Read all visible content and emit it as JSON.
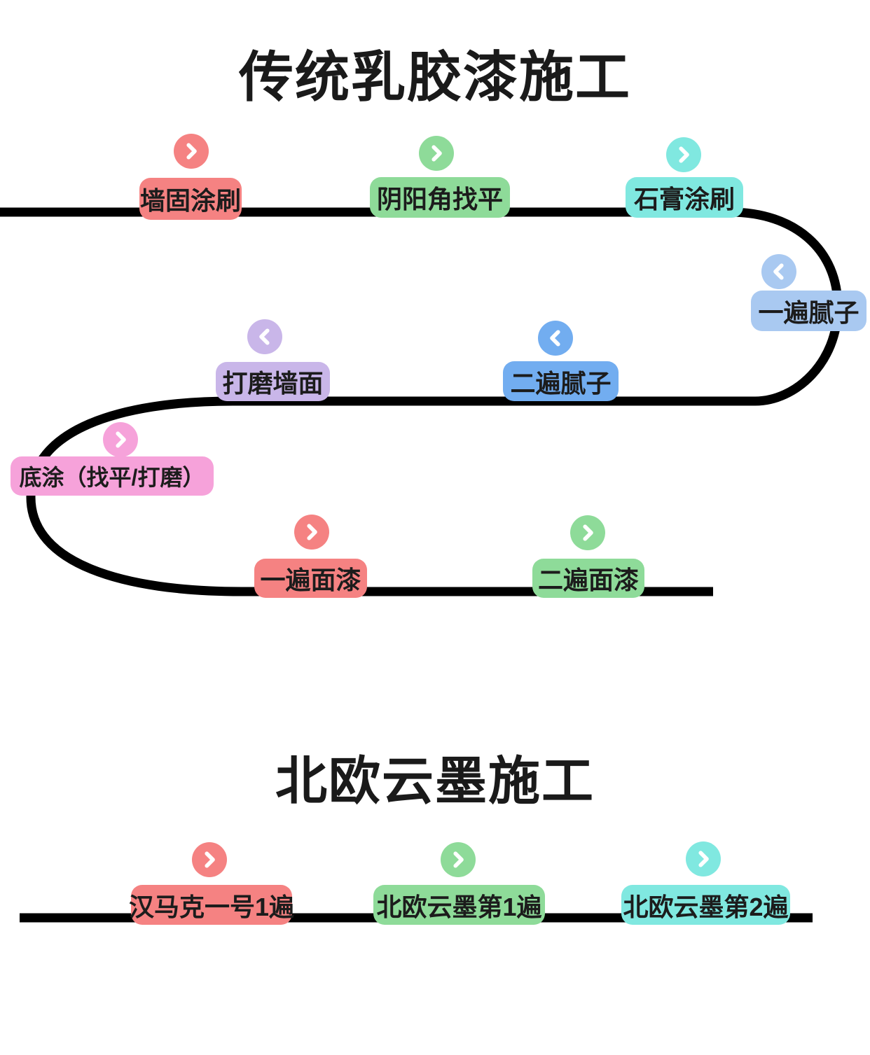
{
  "page": {
    "background": "#ffffff",
    "line_color": "#000000",
    "text_color": "#1c1c1c"
  },
  "sections": [
    {
      "title": "传统乳胶漆施工",
      "steps": [
        {
          "label": "墙固涂刷",
          "color": "#f58282",
          "direction": "right"
        },
        {
          "label": "阴阳角找平",
          "color": "#8edb99",
          "direction": "right"
        },
        {
          "label": "石膏涂刷",
          "color": "#80e8e0",
          "direction": "right"
        },
        {
          "label": "一遍腻子",
          "color": "#a9c9f1",
          "direction": "left"
        },
        {
          "label": "二遍腻子",
          "color": "#72adf0",
          "direction": "left"
        },
        {
          "label": "打磨墙面",
          "color": "#c9b6e9",
          "direction": "left"
        },
        {
          "label": "底涂（找平/打磨）",
          "color": "#f6a2da",
          "direction": "right"
        },
        {
          "label": "一遍面漆",
          "color": "#f58282",
          "direction": "right"
        },
        {
          "label": "二遍面漆",
          "color": "#8edb99",
          "direction": "right"
        }
      ]
    },
    {
      "title": "北欧云墨施工",
      "steps": [
        {
          "label": "汉马克一号1遍",
          "color": "#f58282",
          "direction": "right"
        },
        {
          "label": "北欧云墨第1遍",
          "color": "#8edb99",
          "direction": "right"
        },
        {
          "label": "北欧云墨第2遍",
          "color": "#80e8e0",
          "direction": "right"
        }
      ]
    }
  ]
}
